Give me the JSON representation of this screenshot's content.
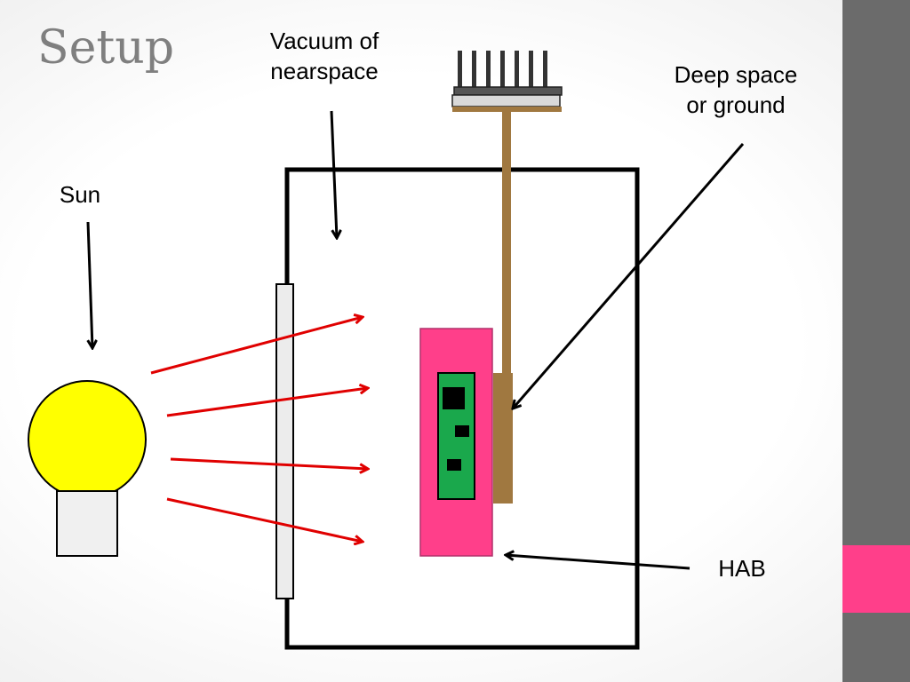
{
  "slide": {
    "title": "Setup"
  },
  "labels": {
    "vacuum_line1": "Vacuum of",
    "vacuum_line2": "nearspace",
    "deep_line1": "Deep space",
    "deep_line2": "or ground",
    "sun": "Sun",
    "hab": "HAB"
  },
  "colors": {
    "sidebar": "#6b6b6b",
    "accent": "#ff3f8a",
    "sun_fill": "#ffff00",
    "rays": "#e00000",
    "hab_fill": "#ff3f8a",
    "board_fill": "#1aa84c",
    "copper": "#a07840",
    "title_text": "#7f7f7f"
  }
}
